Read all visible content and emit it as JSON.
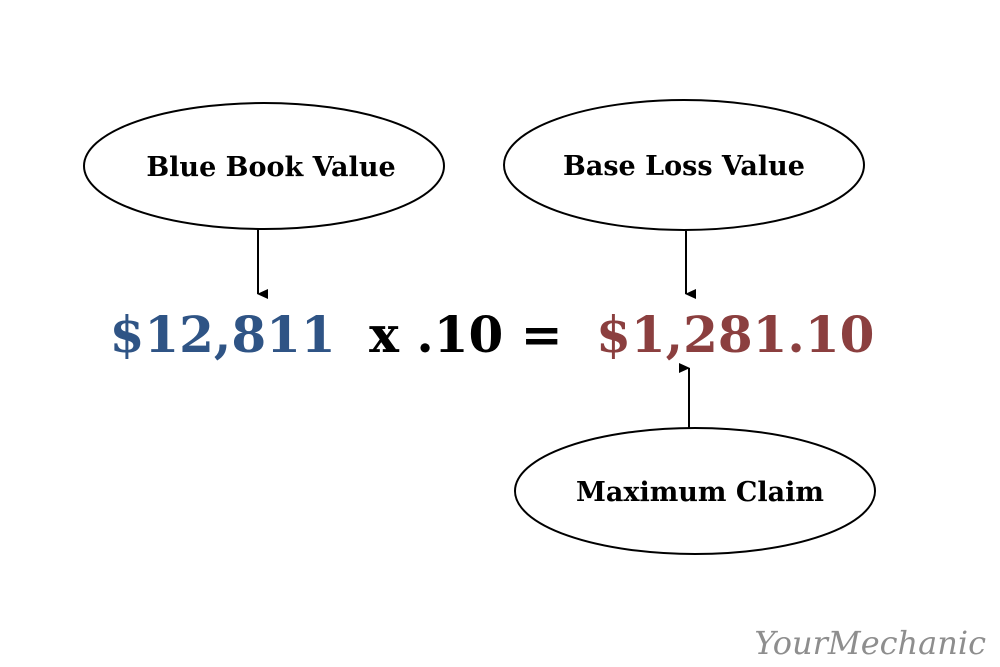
{
  "bubbles": {
    "blue_book": {
      "label": "Blue Book Value"
    },
    "base_loss": {
      "label": "Base Loss Value"
    },
    "maximum_claim": {
      "label": "Maximum Claim"
    }
  },
  "equation": {
    "value": "$12,811",
    "operator": "x .10 =",
    "result": "$1,281.10"
  },
  "watermark": {
    "text": "YourMechanic"
  },
  "colors": {
    "value": "#2f5485",
    "result": "#8b3f3f",
    "text": "#000000",
    "watermark": "#8e8e8e"
  }
}
